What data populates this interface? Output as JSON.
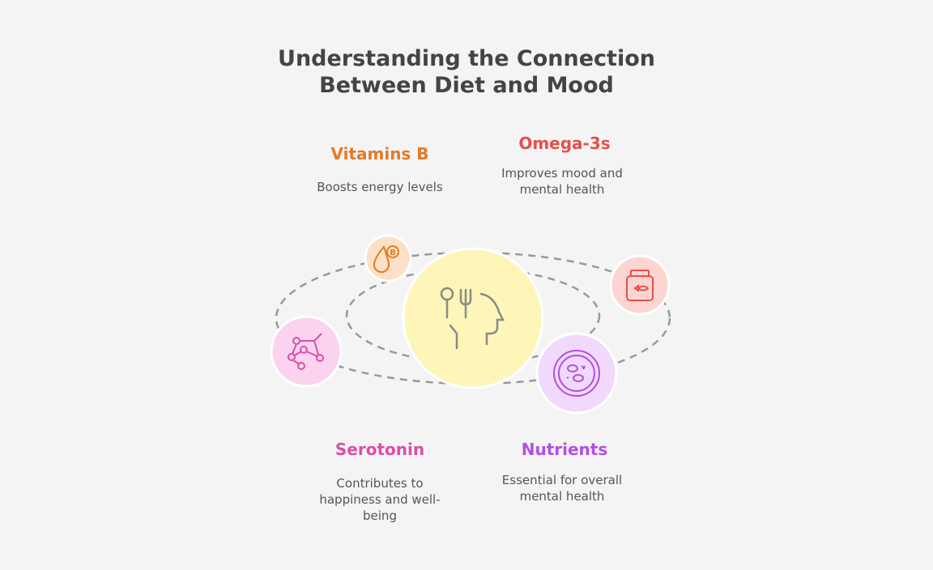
{
  "title": {
    "line1": "Understanding the Connection",
    "line2": "Between Diet and Mood"
  },
  "items": [
    {
      "name": "Vitamins B",
      "desc": "Boosts energy levels",
      "color": "#e07b2a",
      "icon": "vitamin-b-drop-icon"
    },
    {
      "name": "Omega-3s",
      "desc": "Improves mood and mental health",
      "color": "#e5504a",
      "icon": "fish-oil-jar-icon"
    },
    {
      "name": "Serotonin",
      "desc": "Contributes to happiness and well-being",
      "color": "#d94fa8",
      "icon": "molecule-icon"
    },
    {
      "name": "Nutrients",
      "desc": "Essential for overall mental health",
      "color": "#b34fe0",
      "icon": "petri-dish-icon"
    }
  ],
  "center": {
    "icon": "head-with-utensils-icon"
  }
}
